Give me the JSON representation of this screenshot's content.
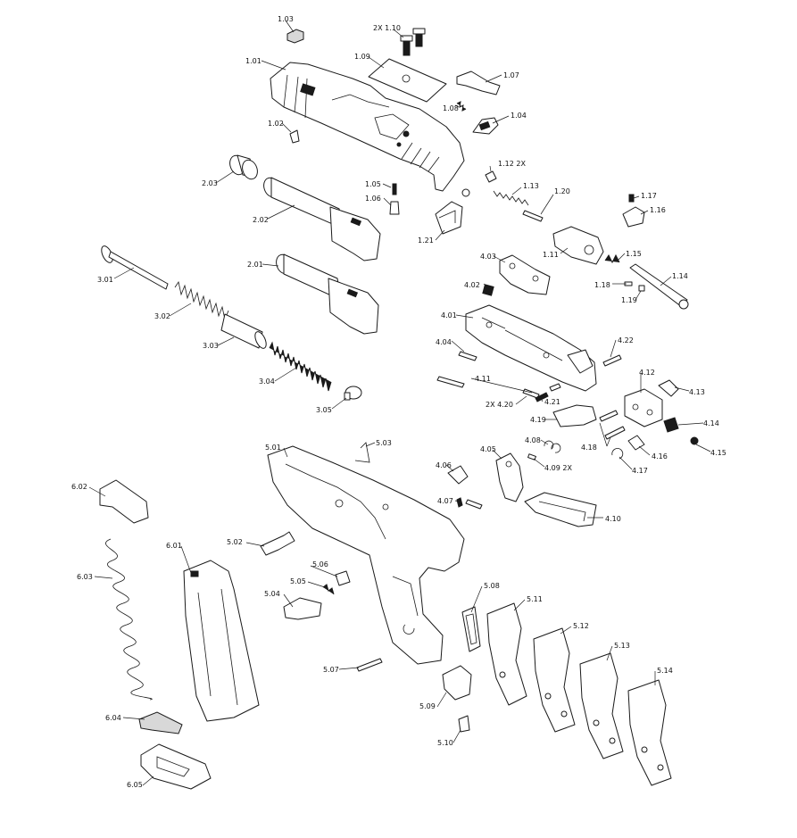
{
  "labels": {
    "l_1_01": "1.01",
    "l_1_02": "1.02",
    "l_1_03": "1.03",
    "l_1_04": "1.04",
    "l_1_05": "1.05",
    "l_1_06": "1.06",
    "l_1_07": "1.07",
    "l_1_08": "1.08",
    "l_1_09": "1.09",
    "l_1_10": "2X 1.10",
    "l_1_11": "1.11",
    "l_1_12": "1.12 2X",
    "l_1_13": "1.13",
    "l_1_14": "1.14",
    "l_1_15": "1.15",
    "l_1_16": "1.16",
    "l_1_17": "1.17",
    "l_1_18": "1.18",
    "l_1_19": "1.19",
    "l_1_20": "1.20",
    "l_1_21": "1.21",
    "l_2_01": "2.01",
    "l_2_02": "2.02",
    "l_2_03": "2.03",
    "l_3_01": "3.01",
    "l_3_02": "3.02",
    "l_3_03": "3.03",
    "l_3_04": "3.04",
    "l_3_05": "3.05",
    "l_4_01": "4.01",
    "l_4_02": "4.02",
    "l_4_03": "4.03",
    "l_4_04": "4.04",
    "l_4_05": "4.05",
    "l_4_06": "4.06",
    "l_4_07": "4.07",
    "l_4_08": "4.08",
    "l_4_09": "4.09 2X",
    "l_4_10": "4.10",
    "l_4_11": "4.11",
    "l_4_12": "4.12",
    "l_4_13": "4.13",
    "l_4_14": "4.14",
    "l_4_15": "4.15",
    "l_4_16": "4.16",
    "l_4_17": "4.17",
    "l_4_18": "4.18",
    "l_4_19": "4.19",
    "l_4_20": "2X 4.20",
    "l_4_21": "4.21",
    "l_4_22": "4.22",
    "l_5_01": "5.01",
    "l_5_02": "5.02",
    "l_5_03": "5.03",
    "l_5_04": "5.04",
    "l_5_05": "5.05",
    "l_5_06": "5.06",
    "l_5_07": "5.07",
    "l_5_08": "5.08",
    "l_5_09": "5.09",
    "l_5_10": "5.10",
    "l_5_11": "5.11",
    "l_5_12": "5.12",
    "l_5_13": "5.13",
    "l_5_14": "5.14",
    "l_6_01": "6.01",
    "l_6_02": "6.02",
    "l_6_03": "6.03",
    "l_6_04": "6.04",
    "l_6_05": "6.05"
  },
  "colors": {
    "line": "#1a1a1a",
    "background": "#ffffff",
    "shade": "#d8d8d8"
  }
}
